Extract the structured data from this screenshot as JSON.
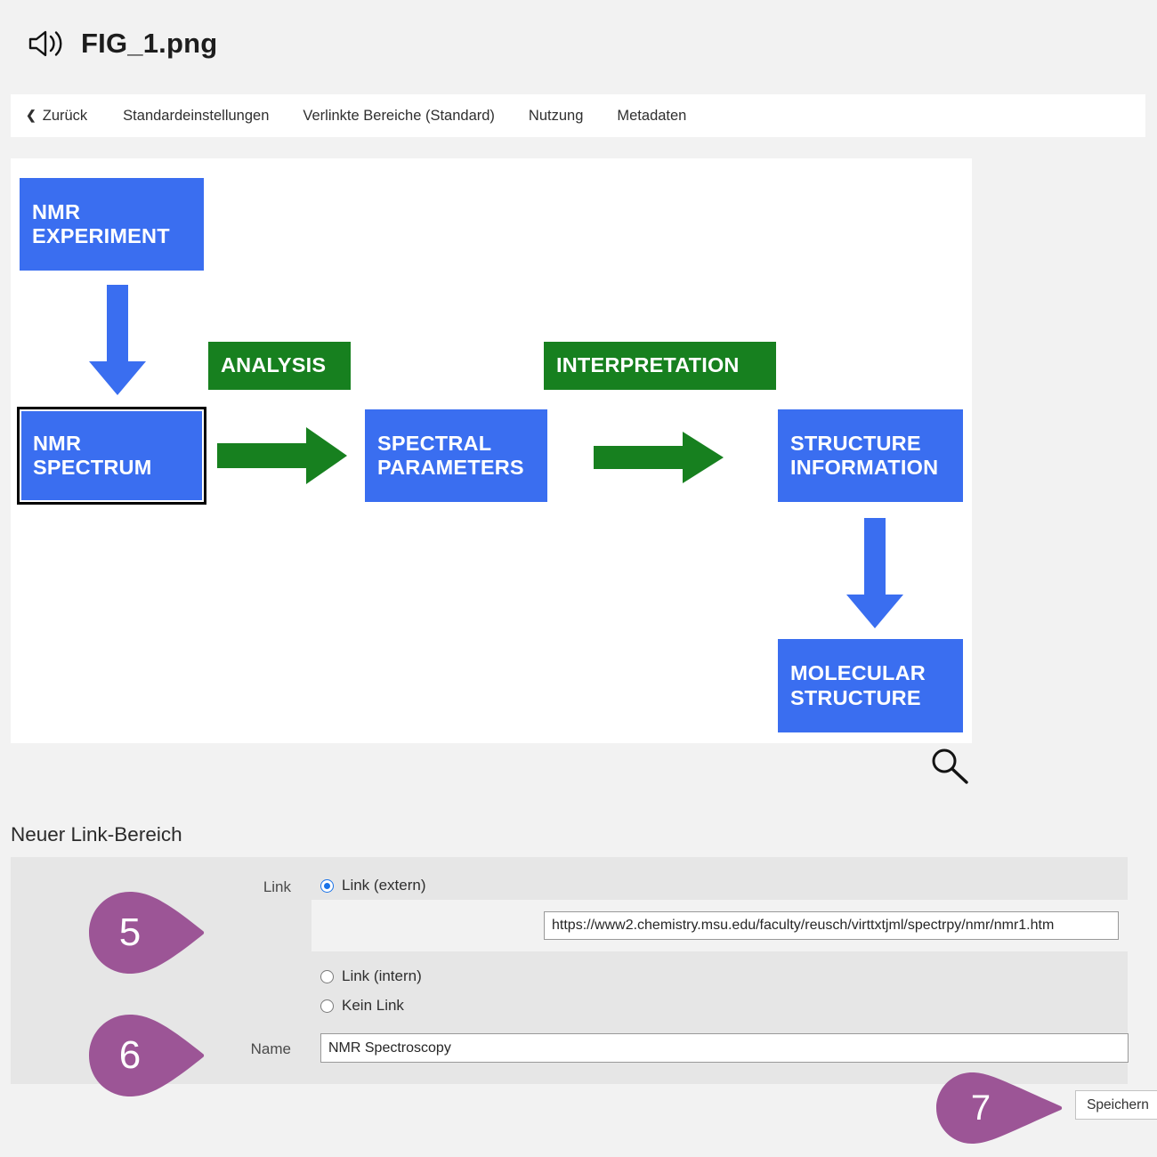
{
  "header": {
    "title": "FIG_1.png",
    "icon": "speaker-icon"
  },
  "nav": {
    "back_label": "Zurück",
    "back_chevron": "❮",
    "items": [
      {
        "label": "Standardeinstellungen"
      },
      {
        "label": "Verlinkte Bereiche (Standard)"
      },
      {
        "label": "Nutzung"
      },
      {
        "label": "Metadaten"
      }
    ]
  },
  "image_panel": {
    "zoom_icon": "magnifier-icon",
    "colors": {
      "node_blue": "#3a6ef0",
      "node_green": "#17801f",
      "selection": "#000000"
    },
    "diagram": {
      "nodes": [
        {
          "id": "nmr-experiment",
          "label": "NMR\nEXPERIMENT",
          "color": "blue",
          "selected": false
        },
        {
          "id": "analysis",
          "label": "ANALYSIS",
          "color": "green",
          "selected": false
        },
        {
          "id": "interpretation",
          "label": "INTERPRETATION",
          "color": "green",
          "selected": false
        },
        {
          "id": "nmr-spectrum",
          "label": "NMR\nSPECTRUM",
          "color": "blue",
          "selected": true
        },
        {
          "id": "spectral-parameters",
          "label": "SPECTRAL\nPARAMETERS",
          "color": "blue",
          "selected": false
        },
        {
          "id": "structure-information",
          "label": "STRUCTURE\nINFORMATION",
          "color": "blue",
          "selected": false
        },
        {
          "id": "molecular-structure",
          "label": "MOLECULAR\nSTRUCTURE",
          "color": "blue",
          "selected": false
        }
      ],
      "arrows": [
        {
          "id": "arrow-experiment-to-spectrum",
          "direction": "down",
          "color": "blue"
        },
        {
          "id": "arrow-spectrum-to-parameters",
          "direction": "right",
          "color": "green"
        },
        {
          "id": "arrow-parameters-to-structure",
          "direction": "right",
          "color": "green"
        },
        {
          "id": "arrow-structure-to-molecular",
          "direction": "down",
          "color": "blue"
        }
      ]
    }
  },
  "form": {
    "section_title": "Neuer Link-Bereich",
    "link_label": "Link",
    "name_label": "Name",
    "options": [
      {
        "id": "extern",
        "label": "Link (extern)",
        "selected": true
      },
      {
        "id": "intern",
        "label": "Link (intern)",
        "selected": false
      },
      {
        "id": "kein",
        "label": "Kein Link",
        "selected": false
      }
    ],
    "url_value": "https://www2.chemistry.msu.edu/faculty/reusch/virttxtjml/spectrpy/nmr/nmr1.htm",
    "url_placeholder": "",
    "name_value": "NMR Spectroscopy",
    "name_placeholder": "",
    "save_label": "Speichern"
  },
  "callouts": {
    "color": "#9c5596",
    "items": [
      {
        "id": "callout-5",
        "number": "5"
      },
      {
        "id": "callout-6",
        "number": "6"
      },
      {
        "id": "callout-7",
        "number": "7"
      }
    ]
  }
}
